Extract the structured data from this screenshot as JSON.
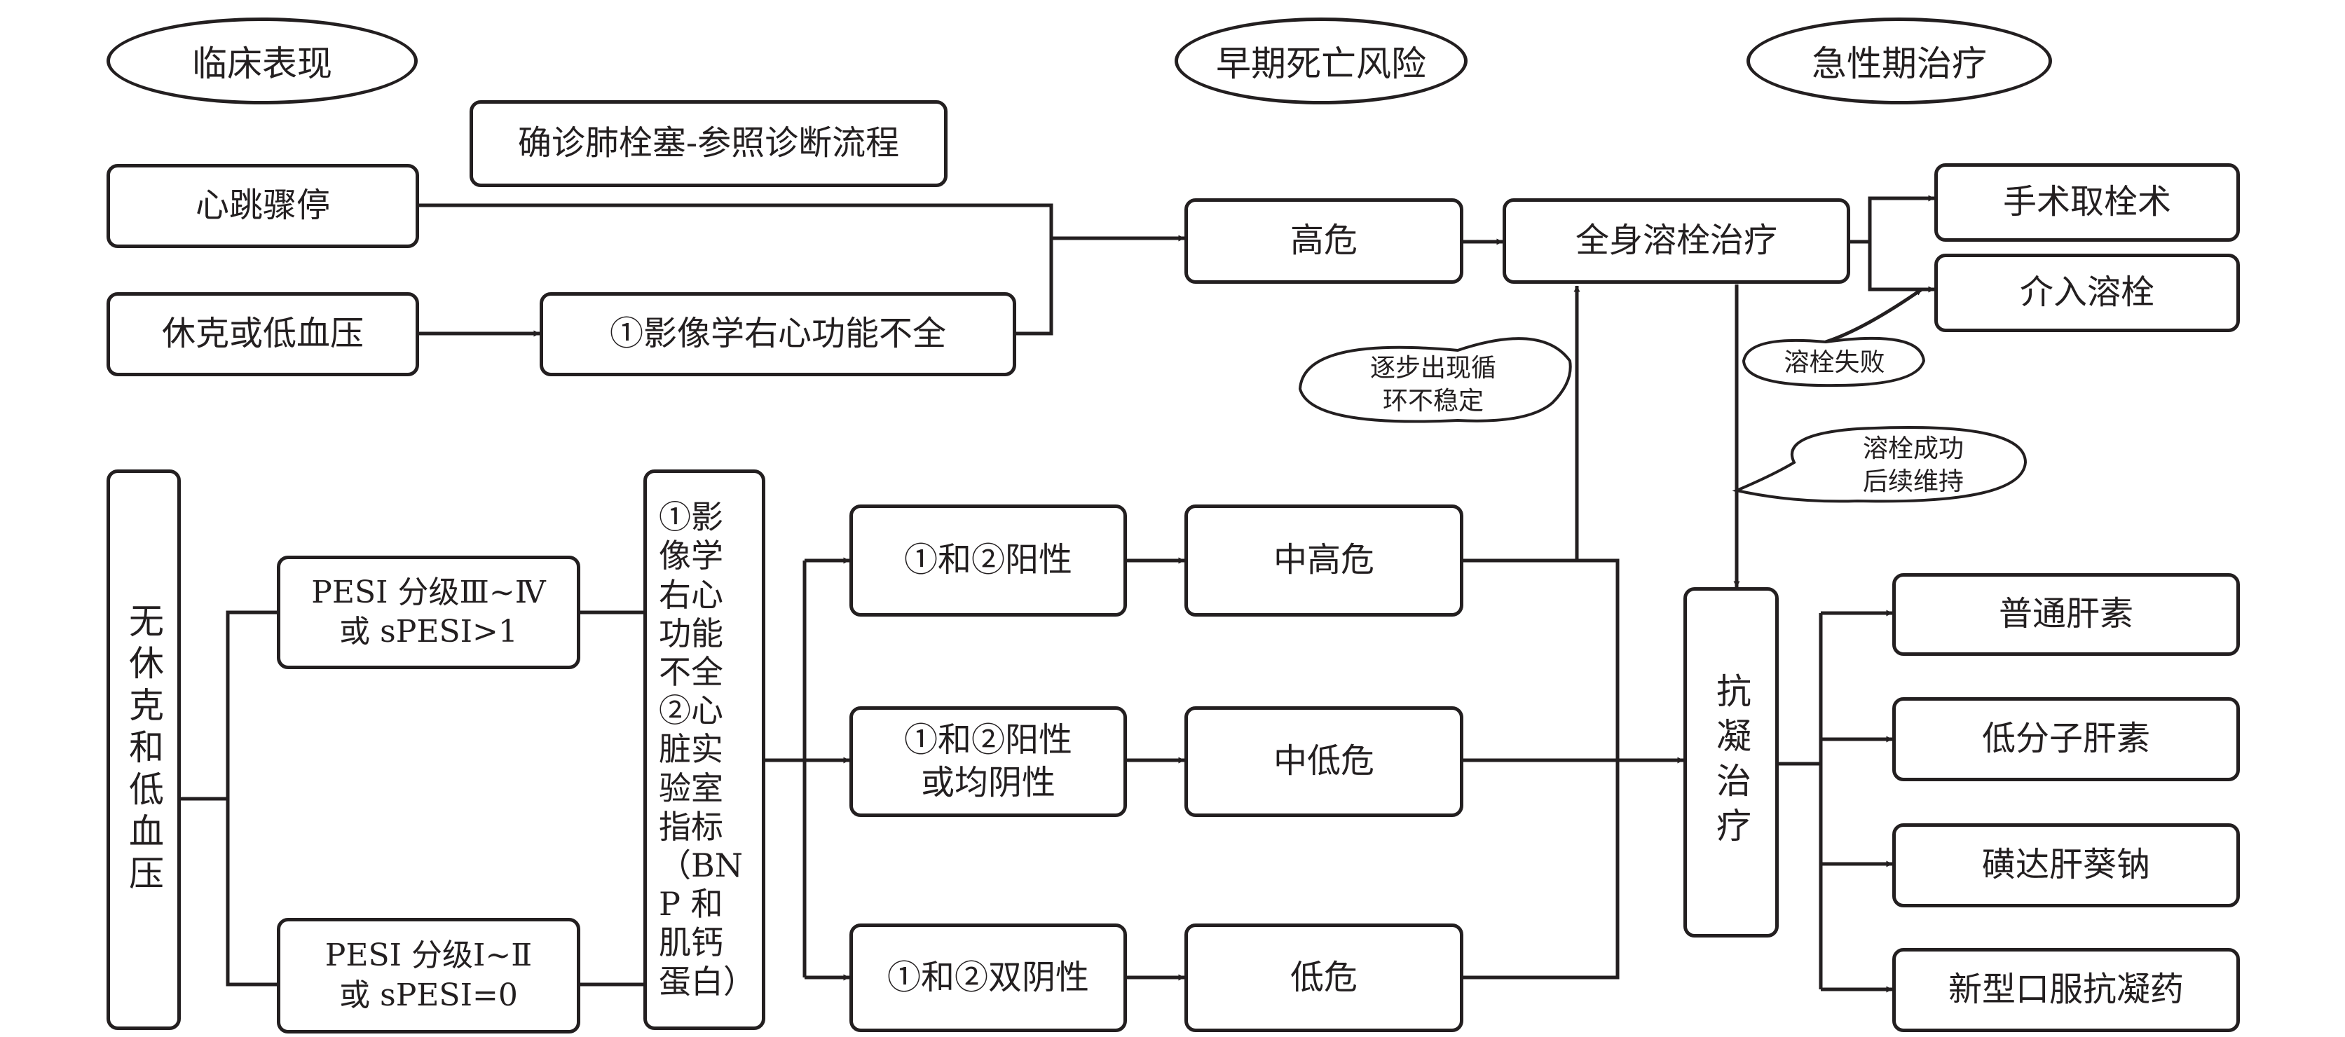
{
  "headers": {
    "clinical": "临床表现",
    "early_risk": "早期死亡风险",
    "acute_treatment": "急性期治疗"
  },
  "note": "确诊肺栓塞-参照诊断流程",
  "nodes": {
    "cardiac_arrest": "心跳骤停",
    "shock": "休克或低血压",
    "imaging_rv": "①影像学右心功能不全",
    "high_risk": "高危",
    "systemic_thrombolysis": "全身溶栓治疗",
    "surgical_embolectomy": "手术取栓术",
    "interventional": "介入溶栓",
    "no_shock": "无休克和低血压",
    "pesi_high": "PESI 分级Ⅲ~Ⅳ\n或 sPESI>1",
    "pesi_low": "PESI 分级Ⅰ~Ⅱ\n或 sPESI=0",
    "criteria": "①影像学右心功能不全②心脏实验室指标（BNP 和肌钙蛋白）",
    "both_positive": "①和②阳性",
    "one_or_both_negative": "①和②阳性\n或均阴性",
    "both_negative": "①和②双阴性",
    "intermediate_high": "中高危",
    "intermediate_low": "中低危",
    "low_risk": "低危",
    "anticoagulation": "抗凝治疗",
    "heparin": "普通肝素",
    "lmwh": "低分子肝素",
    "fondaparinux": "磺达肝葵钠",
    "noac": "新型口服抗凝药"
  },
  "callouts": {
    "unstable": "逐步出现循\n环不稳定",
    "failure": "溶栓失败",
    "success": "溶栓成功\n后续维持"
  },
  "colors": {
    "stroke": "#231f20",
    "fill": "#ffffff"
  }
}
